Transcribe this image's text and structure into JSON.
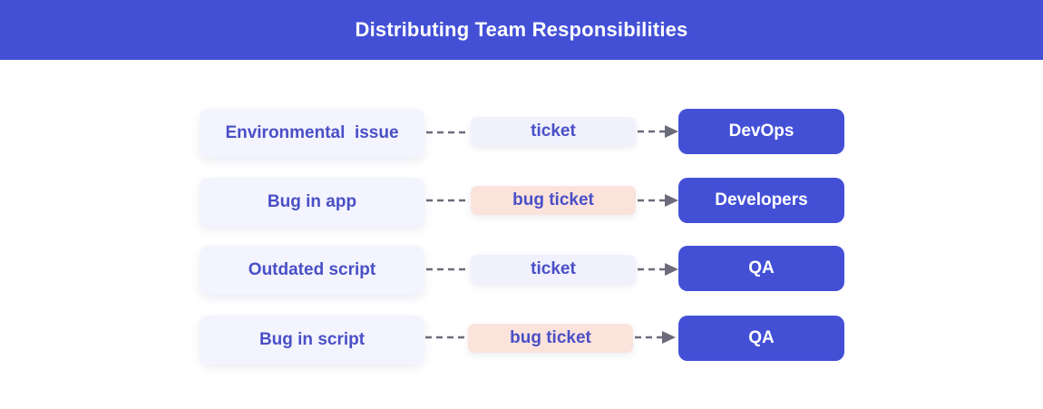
{
  "header": {
    "title": "Distributing Team Responsibilities"
  },
  "rows": [
    {
      "source": "Environmental  issue",
      "ticket": "ticket",
      "ticket_kind": "plain",
      "target": "DevOps"
    },
    {
      "source": "Bug in app",
      "ticket": "bug ticket",
      "ticket_kind": "bug",
      "target": "Developers"
    },
    {
      "source": "Outdated script",
      "ticket": "ticket",
      "ticket_kind": "plain",
      "target": "QA"
    },
    {
      "source": "Bug in script",
      "ticket": "bug ticket",
      "ticket_kind": "bug",
      "target": "QA"
    }
  ],
  "colors": {
    "header_bg": "#4350d6",
    "source_bg": "#f3f4fd",
    "ticket_plain_bg": "#f0f1fc",
    "ticket_bug_bg": "#fbe3dc",
    "target_bg": "#4350d6",
    "text_accent": "#4a4fc6",
    "connector": "#6b6b7b"
  }
}
